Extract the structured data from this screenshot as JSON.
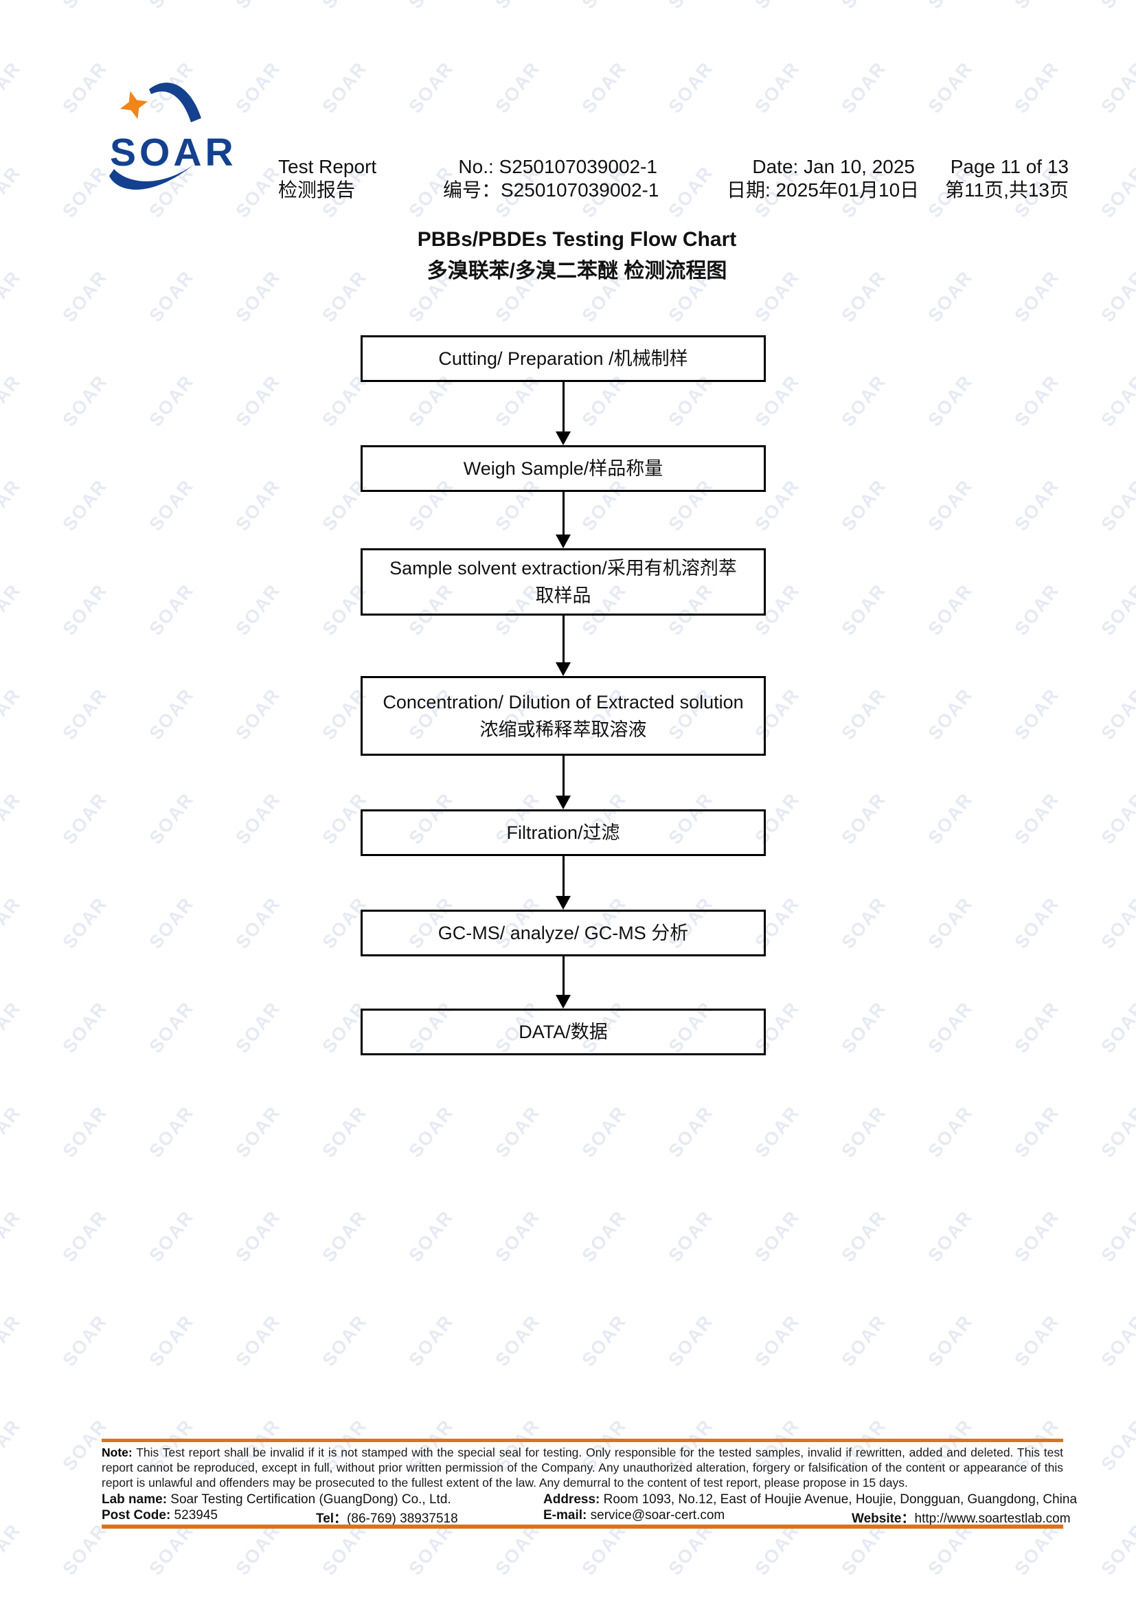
{
  "brand": {
    "logo_text": "SOAR",
    "blue": "#14418f",
    "orange": "#f08519",
    "rule_orange": "#d9731f",
    "watermark_color": "#e6eaf3",
    "watermark_text": "SOAR"
  },
  "header": {
    "report_title_en": "Test Report",
    "report_title_zh": "检测报告",
    "report_no_en": "No.: S250107039002-1",
    "report_no_zh": "编号：S250107039002-1",
    "date_en": "Date: Jan 10, 2025",
    "date_zh": "日期: 2025年01月10日",
    "page_en": "Page 11 of 13",
    "page_zh": "第11页,共13页"
  },
  "title": {
    "line1": "PBBs/PBDEs Testing Flow Chart",
    "line2": "多溴联苯/多溴二苯醚 检测流程图"
  },
  "flowchart": {
    "steps": [
      "Cutting/ Preparation /机械制样",
      "Weigh Sample/样品称量",
      "Sample solvent extraction/采用有机溶剂萃\n取样品",
      "Concentration/ Dilution of Extracted solution\n浓缩或稀释萃取溶液",
      "Filtration/过滤",
      "GC-MS/ analyze/ GC-MS 分析",
      "DATA/数据"
    ]
  },
  "footer": {
    "note_label": "Note:",
    "note_text": " This Test report shall be invalid if it is not stamped with the special seal for testing. Only responsible for the tested samples, invalid if rewritten, added and deleted. This test report cannot be reproduced, except in full, without prior written permission of the Company.  Any unauthorized alteration, forgery or falsification of the content or appearance of this report is unlawful and offenders may be prosecuted to the fullest extent of the law. Any demurral to the content of test report, please propose in 15 days.",
    "lab_name_label": "Lab name:",
    "lab_name": " Soar Testing Certification (GuangDong) Co., Ltd.",
    "address_label": "Address:",
    "address": " Room 1093, No.12, East of Houjie Avenue, Houjie, Dongguan, Guangdong, China",
    "post_code_label": "Post Code:",
    "post_code": " 523945",
    "tel_label": "Tel：",
    "tel": "(86-769) 38937518",
    "email_label": "E-mail:",
    "email": " service@soar-cert.com",
    "website_label": "Website：",
    "website": "http://www.soartestlab.com"
  }
}
